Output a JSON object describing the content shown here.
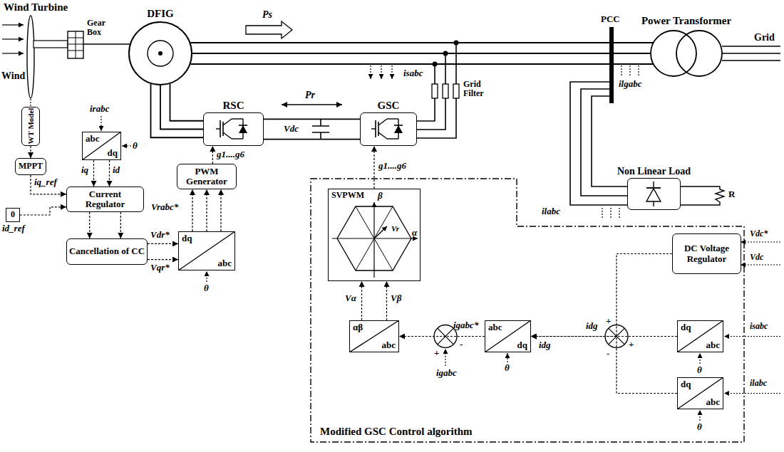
{
  "diagram": {
    "nodes": [
      {
        "text": [
          "DFIG"
        ]
      },
      {
        "text": [
          "RSC"
        ]
      },
      {
        "text": [
          "GSC"
        ]
      },
      {
        "text": [
          "Power Transformer"
        ]
      },
      {
        "text": [
          "WT Model"
        ]
      },
      {
        "text": [
          "MPPT"
        ]
      },
      {
        "text": [
          "abc",
          "dq"
        ]
      },
      {
        "text": [
          "PWM Generator"
        ]
      },
      {
        "text": [
          "Current Regulator"
        ]
      },
      {
        "text": [
          "0"
        ]
      },
      {
        "text": [
          "dq",
          "abc"
        ]
      },
      {
        "text": [
          "Cancellation of CC"
        ]
      },
      {
        "text": [
          "Non Linear Load"
        ]
      },
      {
        "text": [
          "Modified GSC Control algorithm"
        ]
      },
      {
        "text": [
          "SVPWM"
        ],
        "in": 13
      },
      {
        "text": [
          "DC Voltage Regulator"
        ],
        "in": 13
      },
      {
        "text": [
          "αβ",
          "abc"
        ],
        "in": 13
      },
      {
        "text": [
          "abc",
          "dq"
        ],
        "in": 13
      },
      {
        "text": [
          "dq",
          "abc"
        ],
        "in": 13
      },
      {
        "text": [
          "dq",
          "abc"
        ],
        "in": 13
      }
    ],
    "edges": [
      {
        "from": 4,
        "to": 5,
        "arrow": "to"
      },
      {
        "from": 5,
        "to": 8,
        "arrow": "to"
      },
      {
        "from": 6,
        "to": 8,
        "arrow": "to"
      },
      {
        "from": 6,
        "to": 8,
        "arrow": "to"
      },
      {
        "from": 9,
        "to": 8,
        "arrow": "to"
      },
      {
        "from": 8,
        "to": 11,
        "arrow": "to"
      },
      {
        "from": 8,
        "to": 11,
        "arrow": "to"
      },
      {
        "from": 11,
        "to": 10,
        "arrow": "to"
      },
      {
        "from": 11,
        "to": 10,
        "arrow": "to"
      },
      {
        "from": 10,
        "to": 7,
        "arrow": "to"
      },
      {
        "from": 10,
        "to": 7,
        "arrow": "to"
      },
      {
        "from": 10,
        "to": 7,
        "arrow": "to"
      },
      {
        "from": 7,
        "to": 1,
        "arrow": "to"
      },
      {
        "from": 0,
        "to": 1,
        "arrow": "none"
      },
      {
        "from": 0,
        "to": 1,
        "arrow": "none"
      },
      {
        "from": 0,
        "to": 1,
        "arrow": "none"
      },
      {
        "from": 1,
        "to": 2,
        "arrow": "none"
      },
      {
        "from": 1,
        "to": 2,
        "arrow": "none"
      },
      {
        "from": 0,
        "to": 3,
        "arrow": "none"
      },
      {
        "from": 0,
        "to": 3,
        "arrow": "none"
      },
      {
        "from": 0,
        "to": 3,
        "arrow": "none"
      },
      {
        "from": 14,
        "to": 2,
        "arrow": "to"
      },
      {
        "from": 16,
        "to": 14,
        "arrow": "to"
      },
      {
        "from": 16,
        "to": 14,
        "arrow": "to"
      },
      {
        "from": 17,
        "to": 16,
        "arrow": "to"
      },
      {
        "from": 15,
        "to": 17,
        "arrow": "to"
      },
      {
        "from": 18,
        "to": 17,
        "arrow": "to"
      },
      {
        "from": 19,
        "to": 17,
        "arrow": "to"
      }
    ],
    "labels": [
      "Wind Turbine",
      "Wind",
      "Gear Box",
      "Ps",
      "Pr",
      "Vdc",
      "isabc",
      "Grid Filter",
      "PCC",
      "ilgabc",
      "Grid",
      "R",
      "irabc",
      "θ",
      "iq",
      "id",
      "iq_ref",
      "id_ref",
      "Vrabc*",
      "g1....g6",
      "Vdr*",
      "Vqr*",
      "θ",
      "g1....g6",
      "ilabc",
      "β",
      "α",
      "Vr",
      "Vα",
      "Vβ",
      "igabc*",
      "-",
      "+",
      "igabc",
      "θ",
      "idg",
      "idg",
      "+",
      "+",
      "-",
      "Vdc*",
      "Vdc",
      "isabc",
      "θ",
      "ilabc",
      "θ"
    ]
  }
}
